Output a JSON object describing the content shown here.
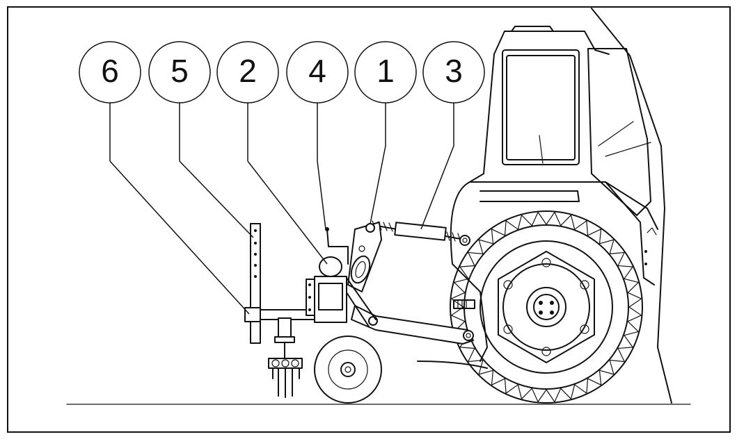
{
  "callouts": [
    {
      "label": "6"
    },
    {
      "label": "5"
    },
    {
      "label": "2"
    },
    {
      "label": "4"
    },
    {
      "label": "1"
    },
    {
      "label": "3"
    }
  ]
}
